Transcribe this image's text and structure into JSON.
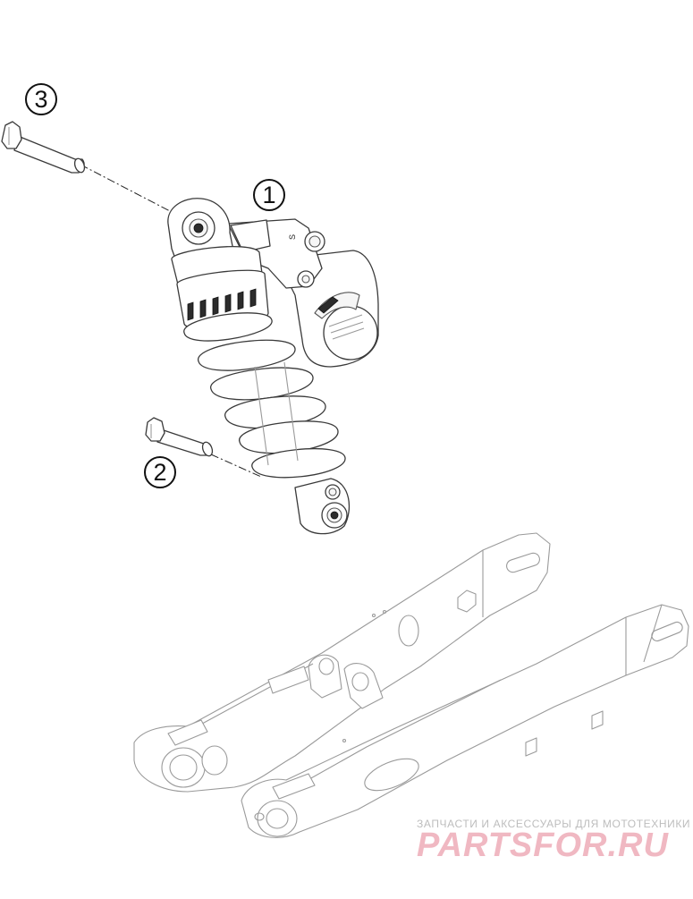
{
  "callouts": [
    {
      "number": "1",
      "part": "shock-absorber"
    },
    {
      "number": "2",
      "part": "lower-mounting-bolt"
    },
    {
      "number": "3",
      "part": "upper-mounting-bolt"
    }
  ],
  "shock_label": "S",
  "watermark": {
    "tagline": "ЗАПЧАСТИ И АКСЕССУАРЫ ДЛЯ МОТОТЕХНИКИ",
    "logo": "PARTSFOR.RU",
    "color": "#f0b8c2"
  }
}
